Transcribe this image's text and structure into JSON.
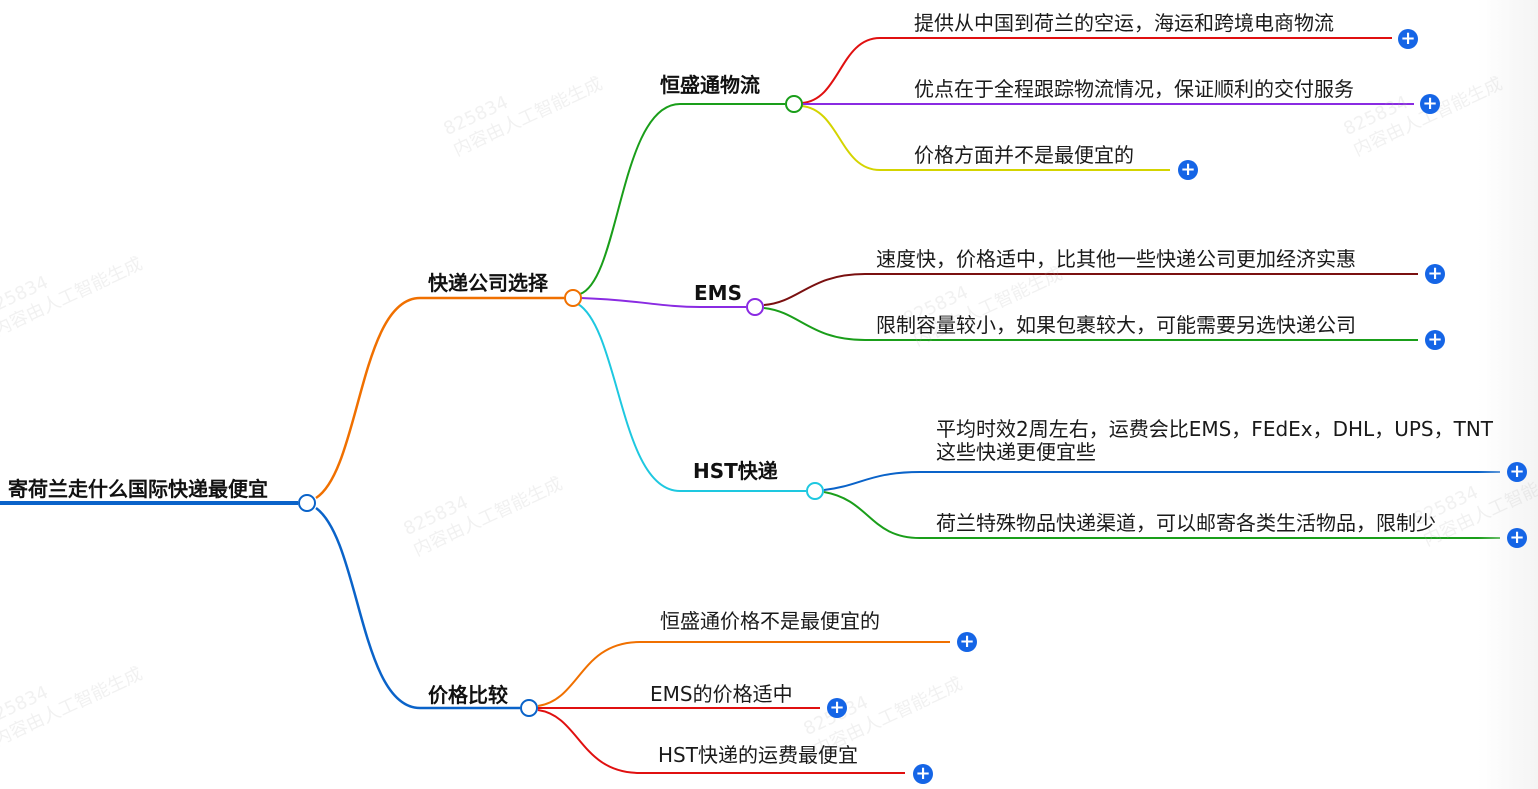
{
  "root": {
    "label": "寄荷兰走什么国际快递最便宜",
    "color": "#0a63c9"
  },
  "branches": [
    {
      "label": "快递公司选择",
      "color": "#f07000",
      "children": [
        {
          "label": "恒盛通物流",
          "color": "#1a9e1a",
          "leaves": [
            {
              "label": "提供从中国到荷兰的空运，海运和跨境电商物流",
              "color": "#e01010"
            },
            {
              "label": "优点在于全程跟踪物流情况，保证顺利的交付服务",
              "color": "#8a2be2"
            },
            {
              "label": "价格方面并不是最便宜的",
              "color": "#d4d400"
            }
          ]
        },
        {
          "label": "EMS",
          "color": "#8a2be2",
          "leaves": [
            {
              "label": "速度快，价格适中，比其他一些快递公司更加经济实惠",
              "color": "#7a1010"
            },
            {
              "label": "限制容量较小，如果包裹较大，可能需要另选快递公司",
              "color": "#1a9e1a"
            }
          ]
        },
        {
          "label": "HST快递",
          "color": "#1ec8e0",
          "leaves": [
            {
              "label": "平均时效2周左右，运费会比EMS，FEdEx，DHL，UPS，TNT这些快递更便宜些",
              "color": "#0a63c9"
            },
            {
              "label": "荷兰特殊物品快递渠道，可以邮寄各类生活物品，限制少",
              "color": "#1a9e1a"
            }
          ]
        }
      ]
    },
    {
      "label": "价格比较",
      "color": "#0a63c9",
      "leaves": [
        {
          "label": "恒盛通价格不是最便宜的",
          "color": "#f07000"
        },
        {
          "label": "EMS的价格适中",
          "color": "#e01010"
        },
        {
          "label": "HST快递的运费最便宜",
          "color": "#e01010"
        }
      ]
    }
  ],
  "icons": {
    "expand": "plus-circle-icon",
    "plus_glyph": "+"
  },
  "watermark": {
    "line1": "825834",
    "line2": "内容由人工智能生成"
  }
}
